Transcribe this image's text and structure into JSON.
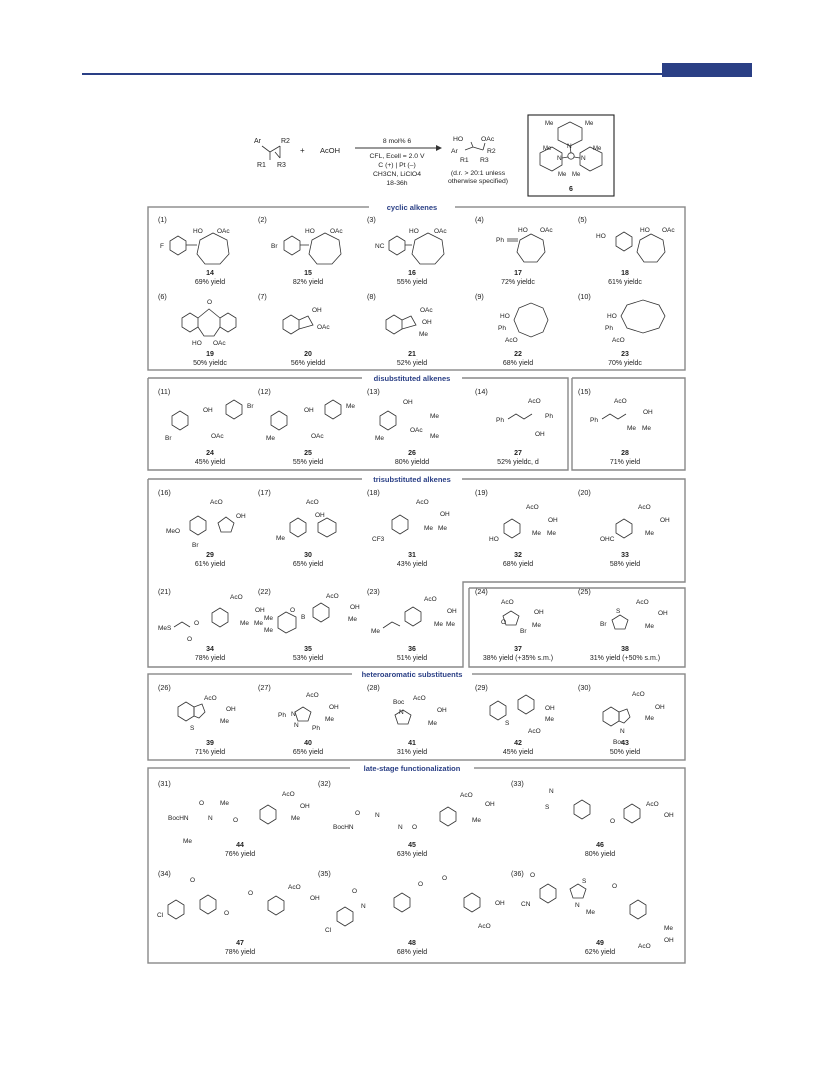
{
  "reaction": {
    "reagent_plus": "+",
    "acid": "AcOH",
    "conditions": [
      "8 mol% 6",
      "CFL, Ecell = 2.0 V",
      "C (+) | Pt (–)",
      "CH3CN, LiClO4",
      "18-36h"
    ],
    "dr_note": [
      "(d.r. > 20:1 unless",
      "otherwise specified)"
    ],
    "catalyst_number": "6",
    "substrate_labels": {
      "ar": "Ar",
      "r1": "R1",
      "r2": "R2",
      "r3": "R3"
    },
    "product_labels": {
      "ho": "HO",
      "oac": "OAc",
      "ar": "Ar",
      "r1": "R1",
      "r2": "R2",
      "r3": "R3"
    },
    "catalyst_labels": {
      "n": "N",
      "me": "Me"
    }
  },
  "sections": [
    {
      "title": "cyclic alkenes",
      "entries": [
        {
          "index": "(1)",
          "compound": "14",
          "yield": "69% yield"
        },
        {
          "index": "(2)",
          "compound": "15",
          "yield": "82% yield"
        },
        {
          "index": "(3)",
          "compound": "16",
          "yield": "55% yield"
        },
        {
          "index": "(4)",
          "compound": "17",
          "yield": "72% yieldc"
        },
        {
          "index": "(5)",
          "compound": "18",
          "yield": "61% yieldc"
        },
        {
          "index": "(6)",
          "compound": "19",
          "yield": "50% yieldc"
        },
        {
          "index": "(7)",
          "compound": "20",
          "yield": "56% yieldd"
        },
        {
          "index": "(8)",
          "compound": "21",
          "yield": "52% yield"
        },
        {
          "index": "(9)",
          "compound": "22",
          "yield": "68% yield"
        },
        {
          "index": "(10)",
          "compound": "23",
          "yield": "70% yieldc"
        }
      ]
    },
    {
      "title": "disubstituted alkenes",
      "entries": [
        {
          "index": "(11)",
          "compound": "24",
          "yield": "45% yield"
        },
        {
          "index": "(12)",
          "compound": "25",
          "yield": "55% yield"
        },
        {
          "index": "(13)",
          "compound": "26",
          "yield": "80% yieldd"
        },
        {
          "index": "(14)",
          "compound": "27",
          "yield": "52% yieldc, d"
        },
        {
          "index": "(15)",
          "compound": "28",
          "yield": "71% yield"
        }
      ]
    },
    {
      "title": "trisubstituted alkenes",
      "entries": [
        {
          "index": "(16)",
          "compound": "29",
          "yield": "61% yield"
        },
        {
          "index": "(17)",
          "compound": "30",
          "yield": "65% yield"
        },
        {
          "index": "(18)",
          "compound": "31",
          "yield": "43% yield"
        },
        {
          "index": "(19)",
          "compound": "32",
          "yield": "68% yield"
        },
        {
          "index": "(20)",
          "compound": "33",
          "yield": "58% yield"
        },
        {
          "index": "(21)",
          "compound": "34",
          "yield": "78% yield"
        },
        {
          "index": "(22)",
          "compound": "35",
          "yield": "53% yield"
        },
        {
          "index": "(23)",
          "compound": "36",
          "yield": "51% yield"
        },
        {
          "index": "(24)",
          "compound": "37",
          "yield": "38% yield (+35% s.m.)"
        },
        {
          "index": "(25)",
          "compound": "38",
          "yield": "31% yield (+50% s.m.)"
        }
      ]
    },
    {
      "title": "heteroaromatic substituents",
      "entries": [
        {
          "index": "(26)",
          "compound": "39",
          "yield": "71% yield"
        },
        {
          "index": "(27)",
          "compound": "40",
          "yield": "65% yield"
        },
        {
          "index": "(28)",
          "compound": "41",
          "yield": "31% yield"
        },
        {
          "index": "(29)",
          "compound": "42",
          "yield": "45% yield"
        },
        {
          "index": "(30)",
          "compound": "43",
          "yield": "50% yield"
        }
      ]
    },
    {
      "title": "late-stage functionalization",
      "entries": [
        {
          "index": "(31)",
          "compound": "44",
          "yield": "76% yield"
        },
        {
          "index": "(32)",
          "compound": "45",
          "yield": "63% yield"
        },
        {
          "index": "(33)",
          "compound": "46",
          "yield": "80% yield"
        },
        {
          "index": "(34)",
          "compound": "47",
          "yield": "78% yield"
        },
        {
          "index": "(35)",
          "compound": "48",
          "yield": "68% yield"
        },
        {
          "index": "(36)",
          "compound": "49",
          "yield": "62% yield"
        }
      ]
    }
  ],
  "atom_labels": {
    "f": "F",
    "br": "Br",
    "nc": "NC",
    "ph": "Ph",
    "ho": "HO",
    "oac": "OAc",
    "aco": "AcO",
    "oh": "OH",
    "me": "Me",
    "meo": "MeO",
    "cf3": "CF3",
    "ohc": "OHC",
    "mes": "MeS",
    "o": "O",
    "b": "B",
    "s": "S",
    "n": "N",
    "boc": "Boc",
    "bochn": "BocHN",
    "cl": "Cl",
    "cn": "CN",
    "h": "H",
    "nh": "N"
  }
}
